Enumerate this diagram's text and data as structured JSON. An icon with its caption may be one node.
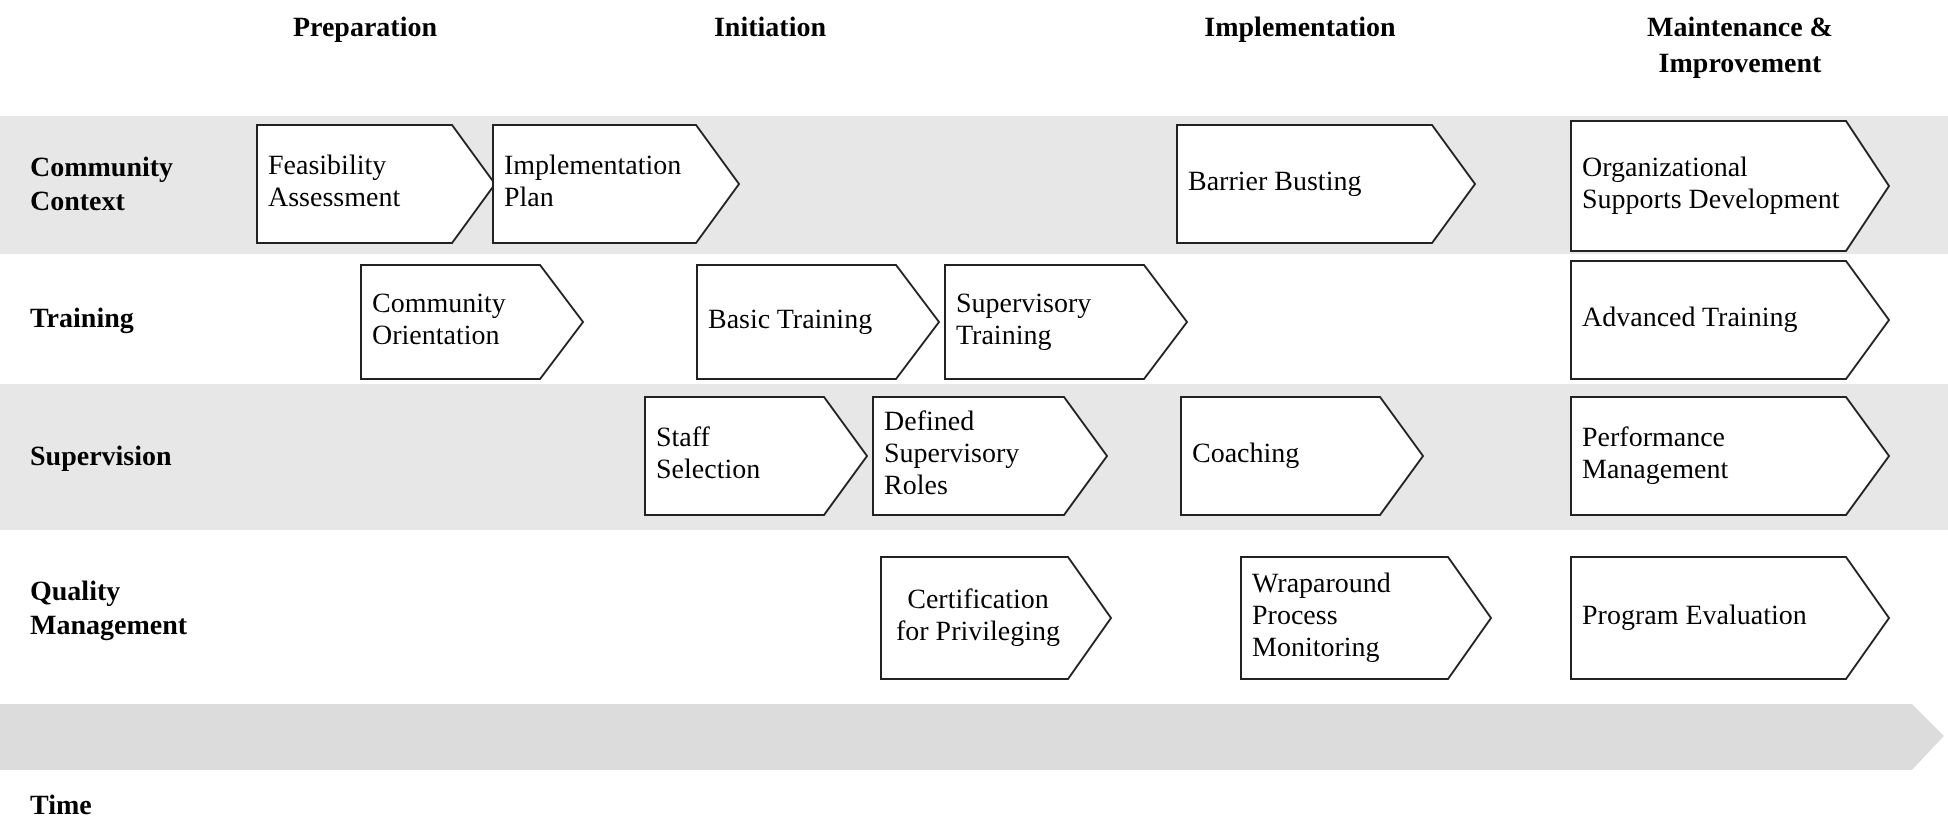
{
  "diagram": {
    "nodes": [
      {
        "text": [
          "Community Context"
        ]
      },
      {
        "text": [
          "Feasibility Assessment"
        ],
        "in": 0
      },
      {
        "text": [
          "Implementation Plan"
        ],
        "in": 0
      },
      {
        "text": [
          "Barrier Busting"
        ],
        "in": 0
      },
      {
        "text": [
          "Organizational Supports Development"
        ],
        "in": 0
      },
      {
        "text": [
          "Training"
        ]
      },
      {
        "text": [
          "Community Orientation"
        ],
        "in": 5
      },
      {
        "text": [
          "Basic Training"
        ],
        "in": 5
      },
      {
        "text": [
          "Supervisory Training"
        ],
        "in": 5
      },
      {
        "text": [
          "Advanced Training"
        ],
        "in": 5
      },
      {
        "text": [
          "Supervision"
        ]
      },
      {
        "text": [
          "Staff Selection"
        ],
        "in": 10
      },
      {
        "text": [
          "Defined Supervisory Roles"
        ],
        "in": 10
      },
      {
        "text": [
          "Coaching"
        ],
        "in": 10
      },
      {
        "text": [
          "Performance Management"
        ],
        "in": 10
      },
      {
        "text": [
          "Quality Management"
        ]
      },
      {
        "text": [
          "Certification for Privileging"
        ],
        "in": 15
      },
      {
        "text": [
          "Wraparound Process Monitoring"
        ],
        "in": 15
      },
      {
        "text": [
          "Program Evaluation"
        ],
        "in": 15
      },
      {
        "text": [
          "Time"
        ]
      }
    ],
    "labels": [
      "Preparation",
      "Initiation",
      "Implementation",
      "Maintenance & Improvement"
    ]
  }
}
